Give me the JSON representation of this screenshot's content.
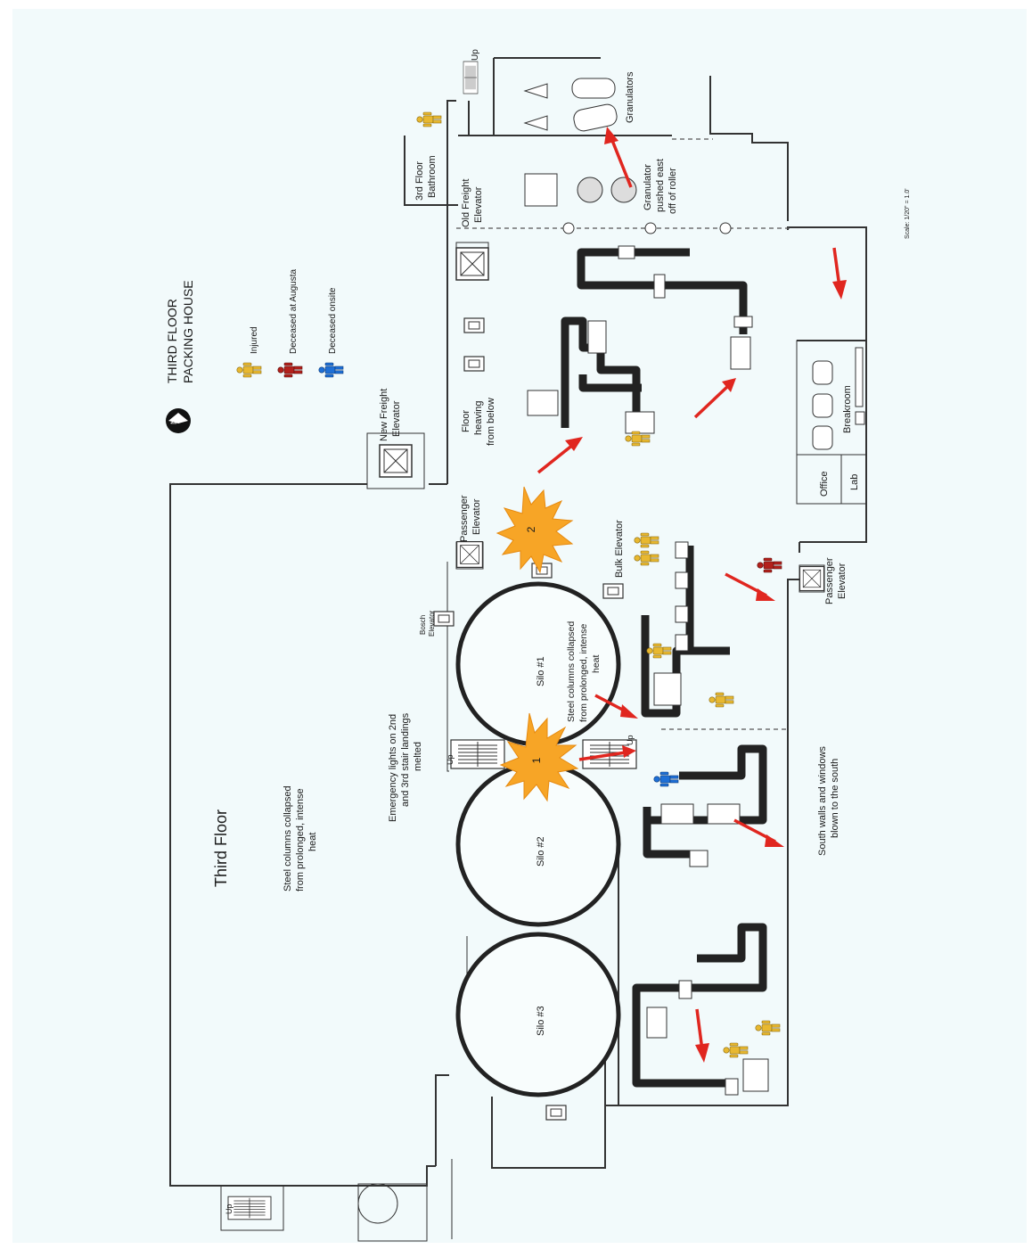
{
  "title": {
    "line1": "THIRD FLOOR",
    "line2": "PACKING HOUSE"
  },
  "legend": {
    "injured": "Injured",
    "deceased_augusta": "Deceased at Augusta",
    "deceased_onsite": "Deceased onsite"
  },
  "colors": {
    "injured": "#e8b830",
    "deceased_augusta": "#b3201b",
    "deceased_onsite": "#1e6fd6",
    "arrow": "#e0261f",
    "explosion": "#f7a526"
  },
  "labels": {
    "third_floor": "Third Floor",
    "steel_west": [
      "Steel columns collapsed",
      "from prolonged, intense",
      "heat"
    ],
    "emergency": [
      "Emergency lights on 2nd",
      "and 3rd stair landings",
      "melted"
    ],
    "bosch": [
      "Bosch",
      "Elevator"
    ],
    "silo1": "Silo #1",
    "silo2": "Silo #2",
    "silo3": "Silo #3",
    "steel_silo": [
      "Steel columns collapsed",
      "from prolonged, intense",
      "heat"
    ],
    "south_walls": [
      "South walls and windows",
      "blown to the south"
    ],
    "bulk_elevator": "Bulk Elevator",
    "passenger_elevator_n": [
      "Passenger",
      "Elevator"
    ],
    "passenger_elevator_s": [
      "Passenger",
      "Elevator"
    ],
    "new_freight": [
      "New Freight",
      "Elevator"
    ],
    "floor_heaving": [
      "Floor",
      "heaving",
      "from below"
    ],
    "old_freight": [
      "Old Freight",
      "Elevator"
    ],
    "bathroom": [
      "3rd Floor",
      "Bathroom"
    ],
    "granulator_note": [
      "Granulator",
      "pushed east",
      "off of roller"
    ],
    "granulators": "Granulators",
    "up": "Up",
    "up_stair_w": "Up",
    "up_stair_silo": "Up",
    "up_stair_silo2": "Up",
    "breakroom": "Breakroom",
    "office": "Office",
    "lab": "Lab",
    "explosion1": "1",
    "explosion2": "2",
    "scale": "Scale: 1/20\" = 1.0'",
    "north": "N"
  }
}
